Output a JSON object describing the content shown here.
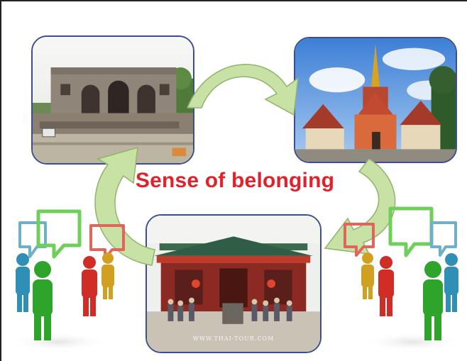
{
  "title": "Sense of belonging",
  "watermark": "WWW.THAI-TOUR.COM",
  "colors": {
    "title": "#e0232b",
    "arrow_fill": "#c8e2a6",
    "arrow_stroke": "#8fb46a",
    "frame_border": "#3c4f8a"
  },
  "photos": [
    {
      "name": "ancient-ruin-photo",
      "subject": "brick ruin with arched windows"
    },
    {
      "name": "thai-temple-photo",
      "subject": "Thai temple with red and gold spires"
    },
    {
      "name": "chinese-shrine-photo",
      "subject": "Chinese shrine with visitors"
    }
  ],
  "people_groups": [
    {
      "side": "left",
      "icons": [
        "speech-bubble-icon",
        "person-icon"
      ]
    },
    {
      "side": "right",
      "icons": [
        "speech-bubble-icon",
        "person-icon"
      ]
    }
  ]
}
